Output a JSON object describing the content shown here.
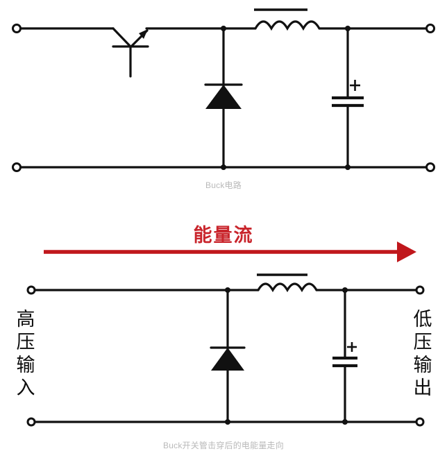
{
  "diagram": {
    "title_hidden": "Buck converter energy flow diagram",
    "background_color": "#ffffff",
    "line_color": "#111111",
    "accent_color": "#c0171c",
    "caption_color": "#b9b9b9"
  },
  "top_circuit": {
    "caption": "Buck电路",
    "components": {
      "transistor": "switching-transistor",
      "diode": "freewheeling-diode",
      "inductor": "filter-inductor",
      "capacitor": "output-capacitor",
      "capacitor_polarity": "+"
    },
    "terminals": {
      "input_top": "input-top-terminal",
      "input_bottom": "input-bottom-terminal",
      "output_top": "output-top-terminal",
      "output_bottom": "output-bottom-terminal"
    }
  },
  "energy_flow": {
    "label": "能量流",
    "arrow_direction": "left-to-right",
    "arrow_color": "#c0171c"
  },
  "bottom_circuit": {
    "caption": "Buck开关管击穿后的电能量走向",
    "left_label": [
      "高",
      "压",
      "输",
      "入"
    ],
    "right_label": [
      "低",
      "压",
      "输",
      "出"
    ],
    "components": {
      "diode": "freewheeling-diode",
      "inductor": "filter-inductor",
      "capacitor": "output-capacitor",
      "capacitor_polarity": "+"
    },
    "note": "switch shorted - direct path from input to output"
  }
}
